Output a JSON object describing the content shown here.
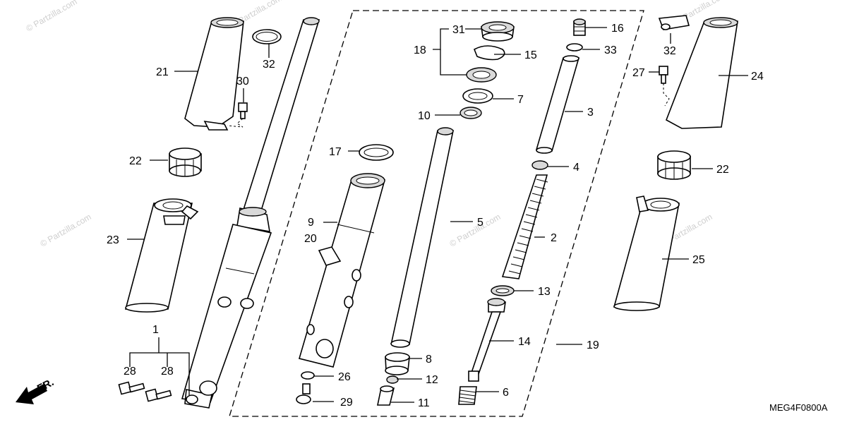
{
  "diagram": {
    "code": "MEG4F0800A",
    "direction_label": "FR.",
    "watermark": "© Partzilla.com",
    "callouts": [
      {
        "id": "c1",
        "label": "1"
      },
      {
        "id": "c2",
        "label": "2"
      },
      {
        "id": "c3",
        "label": "3"
      },
      {
        "id": "c4",
        "label": "4"
      },
      {
        "id": "c5",
        "label": "5"
      },
      {
        "id": "c6",
        "label": "6"
      },
      {
        "id": "c7",
        "label": "7"
      },
      {
        "id": "c8",
        "label": "8"
      },
      {
        "id": "c9",
        "label": "9"
      },
      {
        "id": "c10",
        "label": "10"
      },
      {
        "id": "c11",
        "label": "11"
      },
      {
        "id": "c12",
        "label": "12"
      },
      {
        "id": "c13",
        "label": "13"
      },
      {
        "id": "c14",
        "label": "14"
      },
      {
        "id": "c15",
        "label": "15"
      },
      {
        "id": "c16",
        "label": "16"
      },
      {
        "id": "c17",
        "label": "17"
      },
      {
        "id": "c18",
        "label": "18"
      },
      {
        "id": "c19",
        "label": "19"
      },
      {
        "id": "c20",
        "label": "20"
      },
      {
        "id": "c21",
        "label": "21"
      },
      {
        "id": "c22a",
        "label": "22"
      },
      {
        "id": "c22b",
        "label": "22"
      },
      {
        "id": "c23",
        "label": "23"
      },
      {
        "id": "c24",
        "label": "24"
      },
      {
        "id": "c25",
        "label": "25"
      },
      {
        "id": "c26",
        "label": "26"
      },
      {
        "id": "c27",
        "label": "27"
      },
      {
        "id": "c28a",
        "label": "28"
      },
      {
        "id": "c28b",
        "label": "28"
      },
      {
        "id": "c29",
        "label": "29"
      },
      {
        "id": "c30",
        "label": "30"
      },
      {
        "id": "c31",
        "label": "31"
      },
      {
        "id": "c32a",
        "label": "32"
      },
      {
        "id": "c32b",
        "label": "32"
      },
      {
        "id": "c33",
        "label": "33"
      }
    ]
  }
}
